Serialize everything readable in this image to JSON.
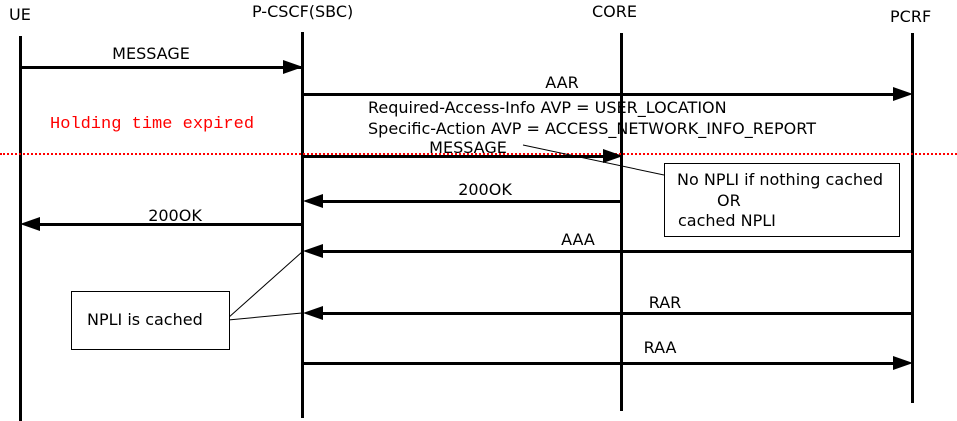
{
  "colors": {
    "marker_red": "#ff0000",
    "ink": "#000000"
  },
  "actors": [
    {
      "label": "UE"
    },
    {
      "label": "P-CSCF(SBC)"
    },
    {
      "label": "CORE"
    },
    {
      "label": "PCRF"
    }
  ],
  "messages": [
    {
      "label": "MESSAGE",
      "from": "UE",
      "to": "P-CSCF(SBC)"
    },
    {
      "label": "AAR",
      "from": "P-CSCF(SBC)",
      "to": "PCRF",
      "details": [
        "Required-Access-Info AVP = USER_LOCATION",
        "Specific-Action AVP = ACCESS_NETWORK_INFO_REPORT"
      ]
    },
    {
      "label": "MESSAGE",
      "from": "P-CSCF(SBC)",
      "to": "CORE"
    },
    {
      "label": "200OK",
      "from": "CORE",
      "to": "P-CSCF(SBC)"
    },
    {
      "label": "200OK",
      "from": "P-CSCF(SBC)",
      "to": "UE"
    },
    {
      "label": "AAA",
      "from": "PCRF",
      "to": "P-CSCF(SBC)"
    },
    {
      "label": "RAR",
      "from": "PCRF",
      "to": "P-CSCF(SBC)"
    },
    {
      "label": "RAA",
      "from": "P-CSCF(SBC)",
      "to": "PCRF"
    }
  ],
  "marker": {
    "label": "Holding time expired"
  },
  "notes": {
    "right": {
      "lines": [
        "No NPLI if nothing cached",
        "OR",
        "cached NPLI"
      ]
    },
    "left": {
      "lines": [
        "NPLI is cached"
      ]
    }
  }
}
